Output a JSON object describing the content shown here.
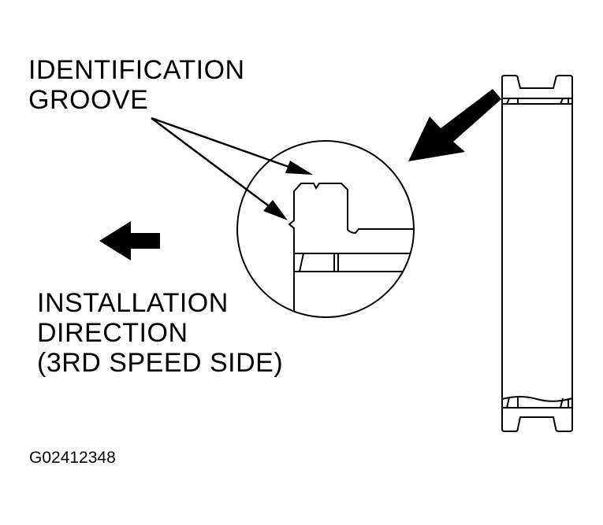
{
  "labels": {
    "identification_groove": [
      "IDENTIFICATION",
      "GROOVE"
    ],
    "installation_direction": [
      "INSTALLATION",
      "DIRECTION",
      "(3RD SPEED SIDE)"
    ],
    "figure_code": "G02412348"
  },
  "colors": {
    "ink": "#000000",
    "paper": "#ffffff"
  }
}
